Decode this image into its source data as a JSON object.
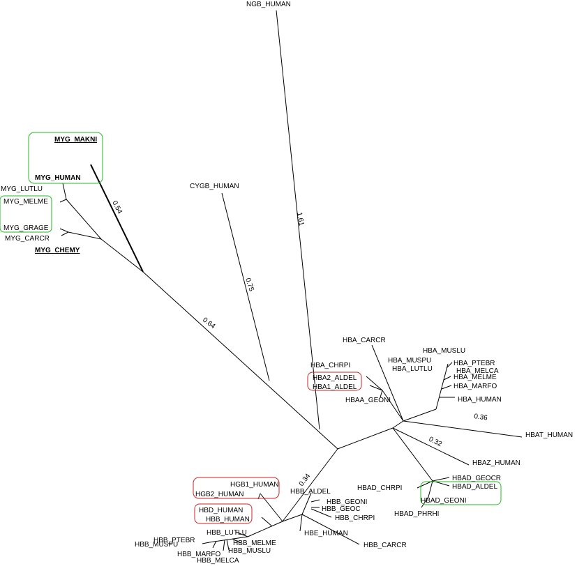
{
  "leaves": {
    "ngb_human": "NGB_HUMAN",
    "myg_makni": "MYG_MAKNI",
    "myg_human": "MYG_HUMAN",
    "myg_lutlu": "MYG_LUTLU",
    "myg_melme": "MYG_MELME",
    "myg_grage": "MYG_GRAGE",
    "myg_carcr": "MYG_CARCR",
    "myg_chemy": "MYG_CHEMY",
    "cygb_human": "CYGB_HUMAN",
    "hba_carcr": "HBA_CARCR",
    "hba_chrpi": "HBA_CHRPI",
    "hba2_aldel": "HBA2_ALDEL",
    "hba1_aldel": "HBA1_ALDEL",
    "hbaa_geoni": "HBAA_GEONI",
    "hba_muspu": "HBA_MUSPU",
    "hba_lutlu": "HBA_LUTLU",
    "hba_muslu": "HBA_MUSLU",
    "hba_ptebr": "HBA_PTEBR",
    "hba_melca": "HBA_MELCA",
    "hba_melme": "HBA_MELME",
    "hba_marfo": "HBA_MARFO",
    "hba_human": "HBA_HUMAN",
    "hbat_human": "HBAT_HUMAN",
    "hbaz_human": "HBAZ_HUMAN",
    "hbad_geocr": "HBAD_GEOCR",
    "hbad_aldel": "HBAD_ALDEL",
    "hbad_geoni": "HBAD_GEONI",
    "hbad_chrpi": "HBAD_CHRPI",
    "hbad_phrhi": "HBAD_PHRHI",
    "hgb1_human": "HGB1_HUMAN",
    "hgb2_human": "HGB2_HUMAN",
    "hbd_human": "HBD_HUMAN",
    "hbb_human": "HBB_HUMAN",
    "hbb_aldel": "HBB_ALDEL",
    "hbb_geoni": "HBB_GEONI",
    "hbb_geoc": "HBB_GEOC",
    "hbb_chrpi": "HBB_CHRPI",
    "hbe_human": "HBE_HUMAN",
    "hbb_carcr": "HBB_CARCR",
    "hbb_lutlu": "HBB_LUTLU",
    "hbb_ptebr": "HBB_PTEBR",
    "hbb_muspu": "HBB_MUSPU",
    "hbb_melme": "HBB_MELME",
    "hbb_muslu": "HBB_MUSLU",
    "hbb_marfo": "HBB_MARFO",
    "hbb_melca": "HBB_MELCA"
  },
  "branch_lengths": {
    "ngb": "1.61",
    "myg_makni": "0.54",
    "cygb": "0.75",
    "myoglobin_clade": "0.64",
    "hbat": "0.36",
    "hbaz": "0.32",
    "beta_clade": "0.34"
  },
  "colors": {
    "edge": "#000000",
    "green_box": "#22bb22",
    "red_box": "#cc2222",
    "background": "#ffffff"
  }
}
